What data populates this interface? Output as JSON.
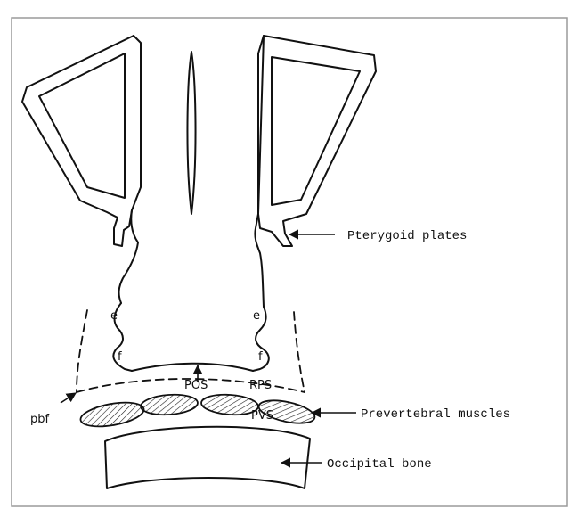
{
  "colors": {
    "ink": "#111111",
    "paper": "#ffffff",
    "frame": "#9a9a9a"
  },
  "labels": {
    "pterygoid_plates": "Pterygoid plates",
    "prevertebral_muscles": "Prevertebral muscles",
    "occipital_bone": "Occipital bone",
    "pbf": "pbf",
    "e_left": "e",
    "e_right": "e",
    "f_left": "f",
    "f_right": "f",
    "pos": "POS",
    "rps": "RPS",
    "pvs": "PVS"
  }
}
